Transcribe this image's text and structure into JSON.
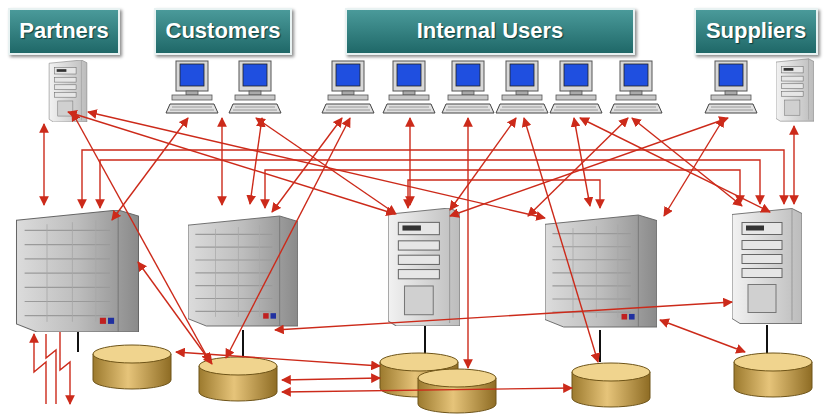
{
  "diagram": {
    "nodes": [
      {
        "text": [
          "Partners"
        ]
      },
      {
        "text": [
          "Customers"
        ]
      },
      {
        "text": [
          "Internal Users"
        ]
      },
      {
        "text": [
          "Suppliers"
        ]
      }
    ]
  }
}
